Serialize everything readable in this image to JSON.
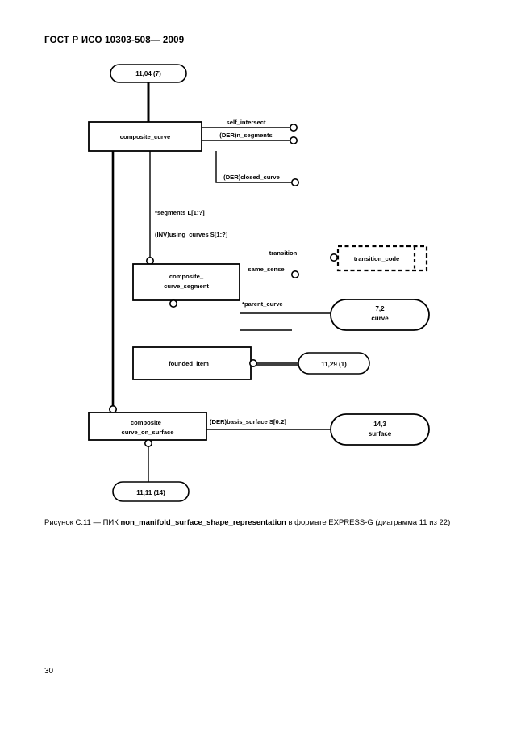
{
  "document": {
    "header": "ГОСТ Р ИСО 10303-508— 2009",
    "page_number": "30"
  },
  "caption": {
    "prefix": "Рисунок С.11 — ПИК ",
    "entity": "non_manifold_surface_shape_representation",
    "suffix": " в формате EXPRESS-G (диаграмма 11 из 22)"
  },
  "diagram": {
    "type": "EXPRESS-G",
    "nodes": {
      "ref_11_04": {
        "label": "11,04 (7)",
        "shape": "rounded-rect-reference"
      },
      "composite_curve": {
        "label": "composite_curve",
        "shape": "rect-entity"
      },
      "composite_curve_segment": {
        "line1": "composite_",
        "line2": "curve_segment",
        "shape": "rect-entity"
      },
      "transition_code": {
        "label": "transition_code",
        "shape": "dashed-rect-select"
      },
      "curve": {
        "line1": "7,2",
        "line2": "curve",
        "shape": "rounded-rect-reference"
      },
      "founded_item": {
        "label": "founded_item",
        "shape": "rect-entity"
      },
      "ref_11_29": {
        "label": "11,29 (1)",
        "shape": "rounded-rect-reference"
      },
      "composite_curve_on_surface": {
        "line1": "composite_",
        "line2": "curve_on_surface",
        "shape": "rect-entity"
      },
      "surface": {
        "line1": "14,3",
        "line2": "surface",
        "shape": "rounded-rect-reference"
      },
      "ref_11_11": {
        "label": "11,11 (14)",
        "shape": "rounded-rect-reference"
      }
    },
    "attributes": {
      "self_intersect": "self_intersect",
      "n_segments": "(DER)n_segments",
      "closed_curve": "(DER)closed_curve",
      "segments": "*segments L[1:?]",
      "using_curves": "(INV)using_curves S[1:?]",
      "transition": "transition",
      "same_sense": "same_sense",
      "parent_curve": "*parent_curve",
      "basis_surface": "(DER)basis_surface S[0:2]"
    }
  },
  "colors": {
    "ink": "#000000",
    "paper": "#ffffff"
  }
}
